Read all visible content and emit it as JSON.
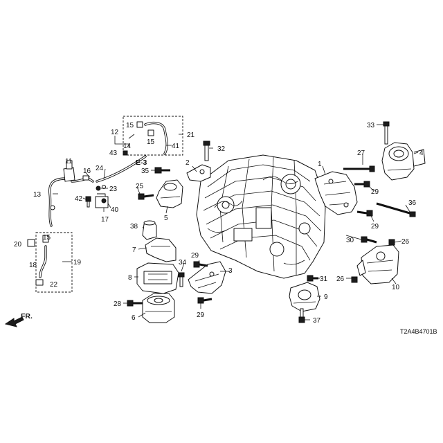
{
  "diagram": {
    "reference_code": "T2A4B4701B",
    "section_ref": "E-3",
    "direction_label": "FR.",
    "callouts": {
      "c1": "1",
      "c2": "2",
      "c3": "3",
      "c4": "4",
      "c5": "5",
      "c6": "6",
      "c7": "7",
      "c8": "8",
      "c9": "9",
      "c10": "10",
      "c11": "11",
      "c12": "12",
      "c13": "13",
      "c14": "14",
      "c15a": "15",
      "c15b": "15",
      "c15c": "15",
      "c16": "16",
      "c17": "17",
      "c18": "18",
      "c19": "19",
      "c20": "20",
      "c21": "21",
      "c22": "22",
      "c23": "23",
      "c24": "24",
      "c25": "25",
      "c26a": "26",
      "c26b": "26",
      "c27": "27",
      "c28": "28",
      "c29a": "29",
      "c29b": "29",
      "c29c": "29",
      "c29d": "29",
      "c30": "30",
      "c31": "31",
      "c32": "32",
      "c33": "33",
      "c34": "34",
      "c35": "35",
      "c36": "36",
      "c37": "37",
      "c38": "38",
      "c40": "40",
      "c41": "41",
      "c42": "42",
      "c43": "43"
    }
  }
}
